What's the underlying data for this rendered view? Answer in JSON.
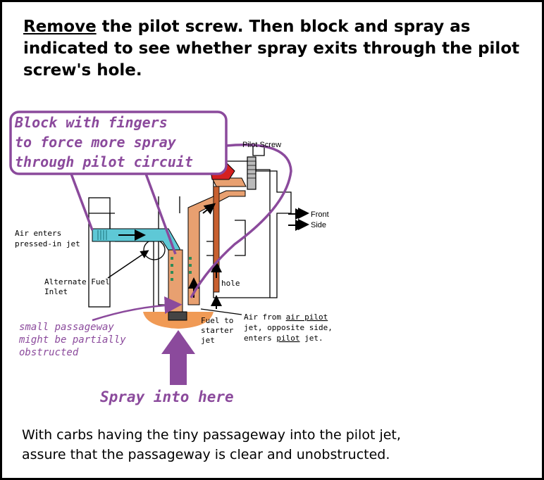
{
  "title": {
    "underlined": "Remove",
    "rest": " the pilot screw. Then block and spray as indicated to see whether spray exits through the pilot screw's hole."
  },
  "callout": {
    "lines": [
      "Block with fingers",
      "to force more spray",
      "through pilot circuit"
    ]
  },
  "labels": {
    "pilot_screw": "Pilot Screw",
    "front": "Front",
    "side": "Side",
    "air_enters_1": "Air enters",
    "air_enters_2": "pressed-in jet",
    "alt_fuel_1": "Alternate Fuel",
    "alt_fuel_2": "Inlet",
    "hole": "hole",
    "fuel_to_1": "Fuel to",
    "fuel_to_2": "starter",
    "fuel_to_3": "jet",
    "air_from_1a": "Air from ",
    "air_from_1b": "air pilot",
    "air_from_2": "jet, opposite side,",
    "air_from_3a": "enters ",
    "air_from_3b": "pilot",
    "air_from_3c": " jet."
  },
  "notes": {
    "passage_1": "small passageway",
    "passage_2": "might be partially",
    "passage_3": "obstructed",
    "spray": "Spray into here"
  },
  "footer": {
    "line1": "With carbs having the tiny passageway into the pilot jet,",
    "line2": "assure that the passageway is clear and unobstructed."
  },
  "colors": {
    "callout": "#8b4a9c",
    "air_passage": "#5ec8d6",
    "fuel_passage": "#e8a070",
    "bowl": "#f09a55",
    "pilot_red": "#d42020"
  }
}
